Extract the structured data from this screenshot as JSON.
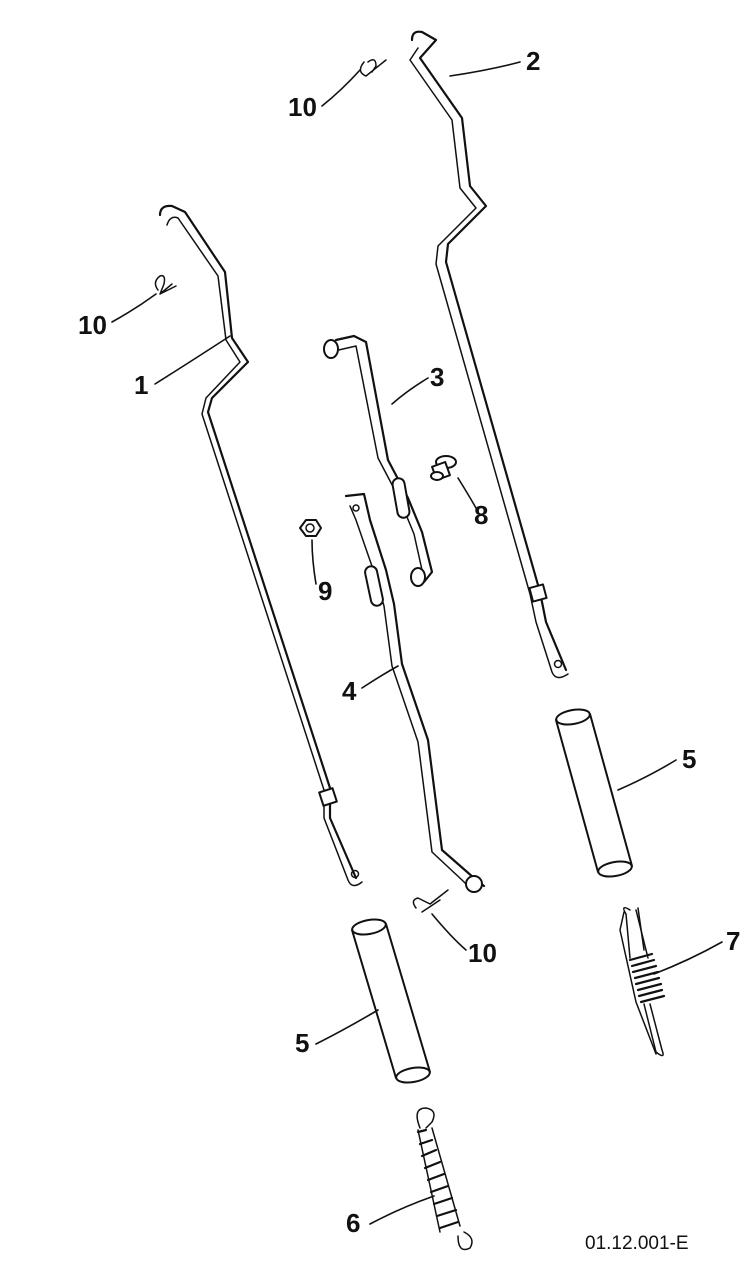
{
  "drawing_code": "01.12.001-E",
  "callouts": {
    "c1": "1",
    "c2": "2",
    "c3": "3",
    "c4": "4",
    "c5a": "5",
    "c5b": "5",
    "c6": "6",
    "c7": "7",
    "c8": "8",
    "c9": "9",
    "c10a": "10",
    "c10b": "10",
    "c10c": "10"
  },
  "colors": {
    "line": "#111111",
    "background": "#ffffff"
  }
}
